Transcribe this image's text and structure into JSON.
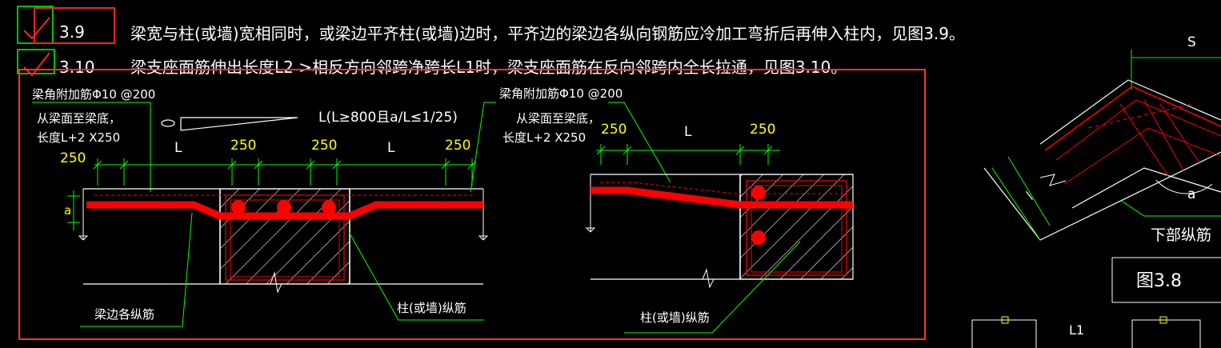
{
  "header": {
    "item_39_num": "3.9",
    "item_39_text": "梁宽与柱(或墙)宽相同时，或梁边平齐柱(或墙)边时，平齐边的梁边各纵向钢筋应冷加工弯折后再伸入柱内，见图3.9。",
    "item_310_num": "3.10",
    "item_310_text": "梁支座面筋伸出长度L2 >相反方向邻跨净跨长L1时，梁支座面筋在反向邻跨内全长拉通，见图3.10。"
  },
  "left_detail": {
    "extra_bar": "梁角附加筋Φ10 @200",
    "note_line1": "从梁面至梁底，",
    "note_line2": "长度L+2 X250",
    "dim_250_left": "250",
    "formula": "L(L≥800且a/L≤1/25)",
    "symbol_a": "a",
    "dim_L_1": "L",
    "dim_250_2": "250",
    "dim_250_3": "250",
    "dim_L_2": "L",
    "dim_250_4": "250",
    "label_beam_bars": "梁边各纵筋",
    "label_column_bars": "柱(或墙)纵筋"
  },
  "right_detail": {
    "extra_bar": "梁角附加筋Φ10 @200",
    "note_line1": "从梁面至梁底，",
    "note_line2": "长度L+2 X250",
    "dim_250_a": "250",
    "dim_L": "L",
    "dim_250_b": "250",
    "label_column_bars": "柱(或墙)纵筋"
  },
  "far_right": {
    "label_S": "S",
    "label_a": "a",
    "label_bottom_bars": "下部纵筋",
    "figure_caption": "图3.8",
    "label_L1": "L1"
  },
  "colors": {
    "background": "#000000",
    "rebar": "#ff0000",
    "dimension": "#00ff00",
    "outline": "#ffffff",
    "highlight_box": "#ff3030"
  }
}
